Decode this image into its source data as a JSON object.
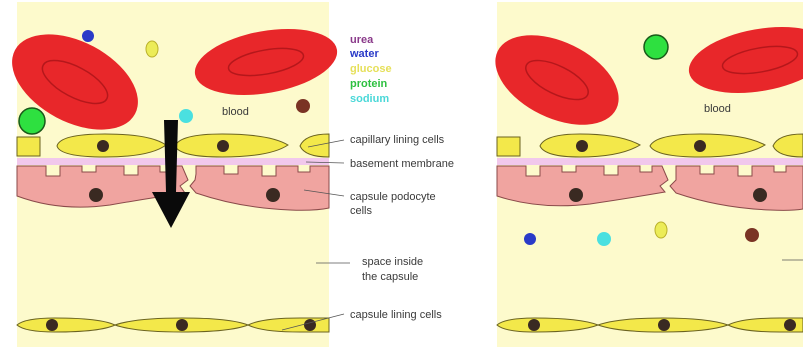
{
  "legend": {
    "urea": "urea",
    "water": "water",
    "glucose": "glucose",
    "protein": "protein",
    "sodium": "sodium"
  },
  "labels": {
    "blood_left": "blood",
    "blood_right": "blood",
    "capillary_lining": "capillary lining cells",
    "basement_membrane": "basement membrane",
    "podocyte_line1": "capsule podocyte",
    "podocyte_line2": "cells",
    "space_line1": "space inside",
    "space_line2": "the capsule",
    "capsule_lining": "capsule lining cells"
  },
  "colors": {
    "background": "#fdfacc",
    "red_cell": "#e8272a",
    "lining_cell": "#f3e84a",
    "basement": "#f1c8ec",
    "podocyte": "#f0a4a0",
    "nucleus": "#3a2a22",
    "urea": "#7a3324",
    "water": "#2a3ac8",
    "glucose": "#ecec58",
    "protein": "#2ee040",
    "sodium": "#4ae0e0",
    "arrow": "#0a0a0a"
  }
}
